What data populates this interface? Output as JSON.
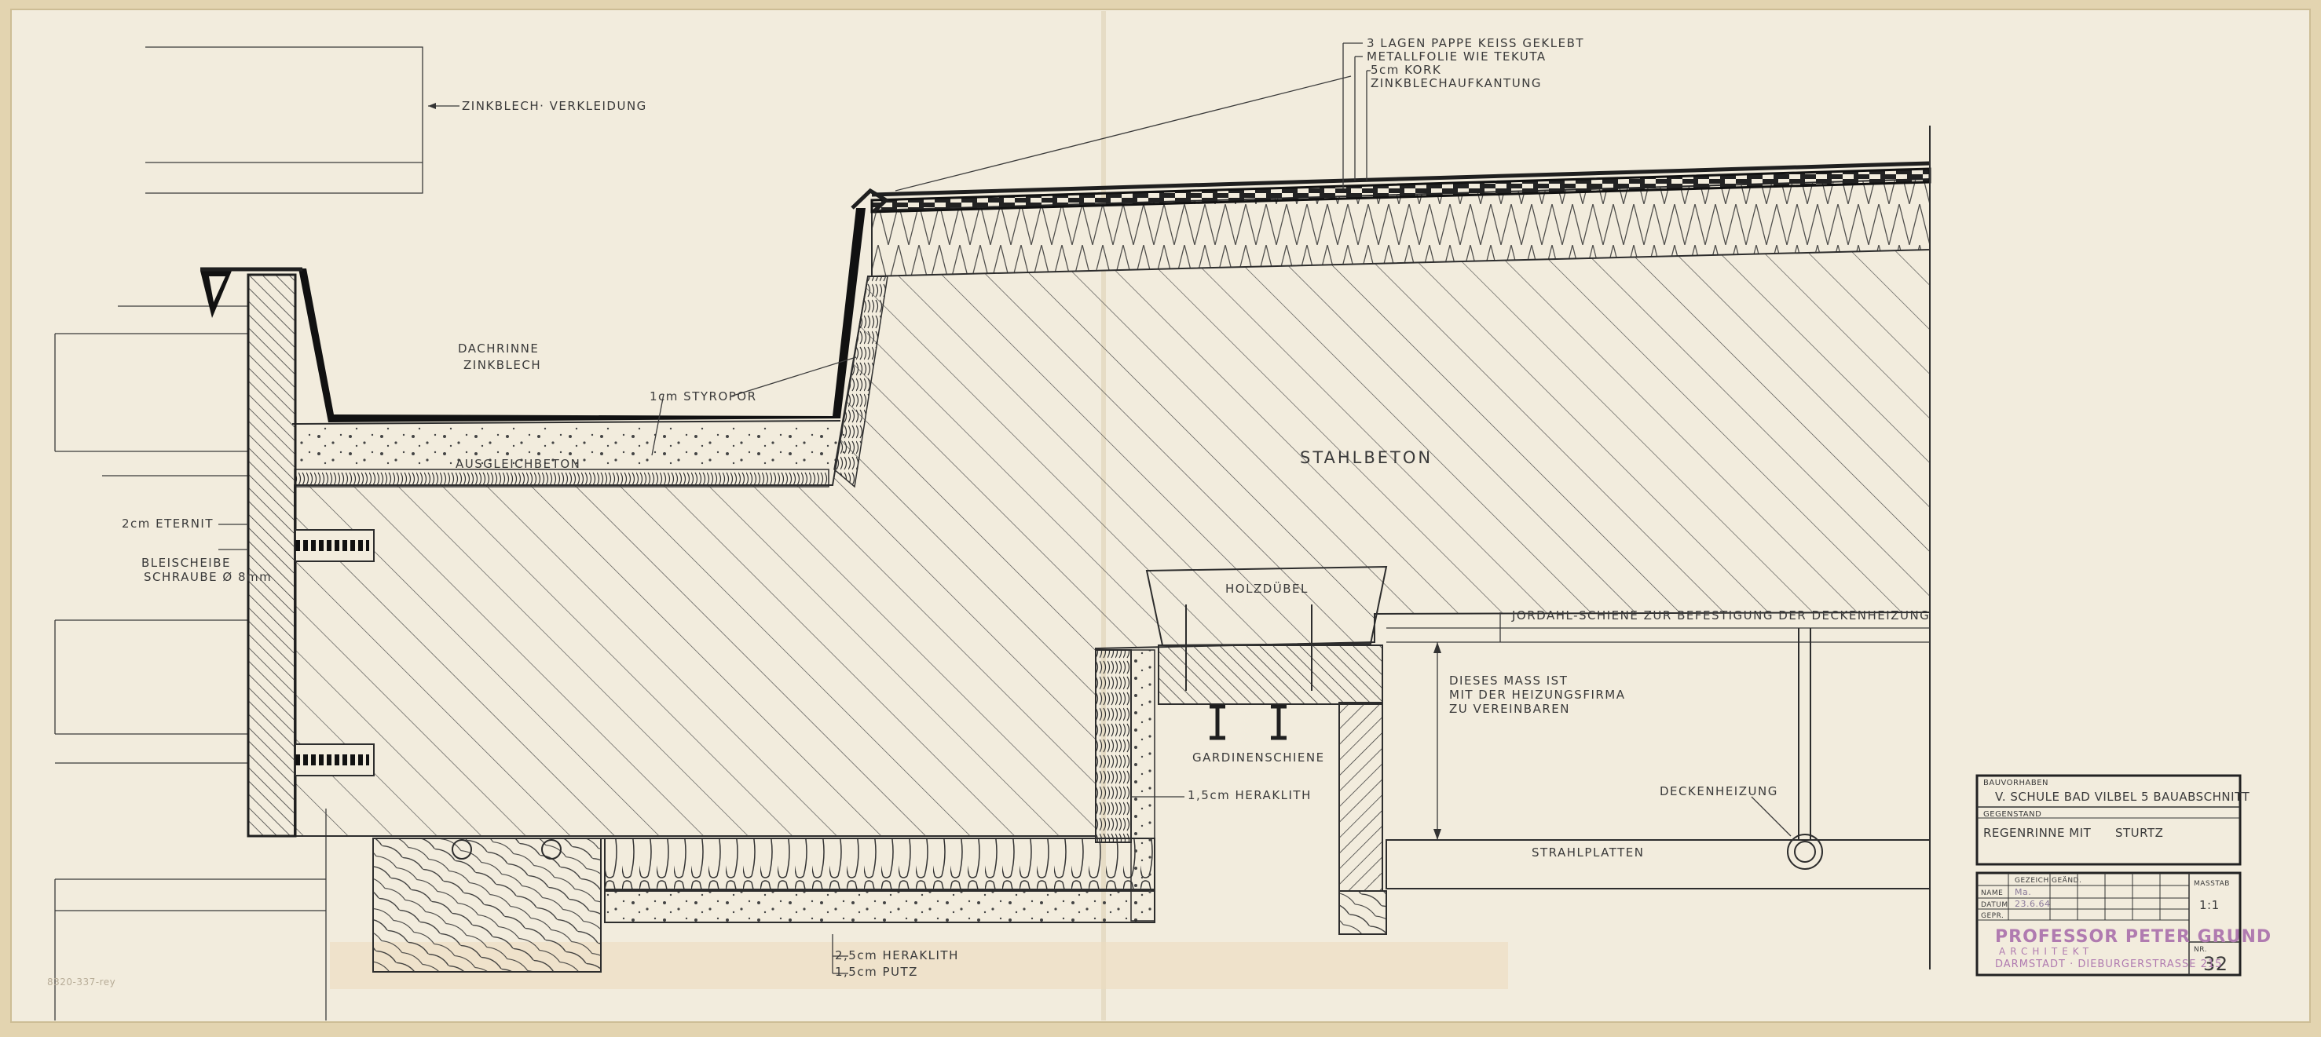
{
  "labels": {
    "zinkblech": "ZINKBLECH· VERKLEIDUNG",
    "roof_1": "3 LAGEN PAPPE  KEISS GEKLEBT",
    "roof_2": "METALLFOLIE WIE TEKUTA",
    "roof_3": "5cm KORK",
    "roof_4": "ZINKBLECHAUFKANTUNG",
    "dachrinne_1": "DACHRINNE",
    "dachrinne_2": "ZINKBLECH",
    "styropor": "1cm STYROPOR",
    "ausgleichbeton": "AUSGLEICHBETON",
    "stahlbeton": "STAHLBETON",
    "eternit": "2cm ETERNIT",
    "bleischeibe_1": "BLEISCHEIBE",
    "bleischeibe_2": "SCHRAUBE Ø 8mm",
    "holzduebel": "HOLZDÜBEL",
    "jordahl": "JORDAHL-SCHIENE  ZUR BEFESTIGUNG DER DECKENHEIZUNG",
    "mass_1": "DIESES MASS IST",
    "mass_2": "MIT DER HEIZUNGSFIRMA",
    "mass_3": "ZU VEREINBAREN",
    "gardinenschiene": "GARDINENSCHIENE",
    "heraklith_15": "1,5cm HERAKLITH",
    "deckenheizung": "DECKENHEIZUNG",
    "strahlplatten": "STRAHLPLATTEN",
    "heraklith_25": "2,5cm HERAKLITH",
    "putz": "1,5cm PUTZ",
    "archive_mark": "8320-337-rey"
  },
  "title_block": {
    "bauvorhaben_label": "BAUVORHABEN",
    "bauvorhaben": "V. SCHULE BAD VILBEL   5 BAUABSCHNITT",
    "gegenstand_label": "GEGENSTAND",
    "gegenstand_1": "REGENRINNE MIT",
    "gegenstand_2": "STURTZ",
    "gez_label": "GEZEICH.",
    "geand_label": "GEÄND.",
    "name_label": "NAME",
    "name_value": "Ma.",
    "datum_label": "DATUM",
    "datum_value": "23.6.64",
    "gepr_label": "GEPR.",
    "massstab_label": "MASSTAB",
    "massstab": "1:1",
    "nr_label": "NR.",
    "nr": "32",
    "stamp_name": "PROFESSOR PETER GRUND",
    "stamp_role": "ARCHITEKT",
    "stamp_address": "DARMSTADT · DIEBURGERSTRASSE 215"
  },
  "colors": {
    "paper": "#f2ecdd",
    "border": "#e3d4b0",
    "ink": "#2d2d2d",
    "stamp": "#b07bb0"
  }
}
